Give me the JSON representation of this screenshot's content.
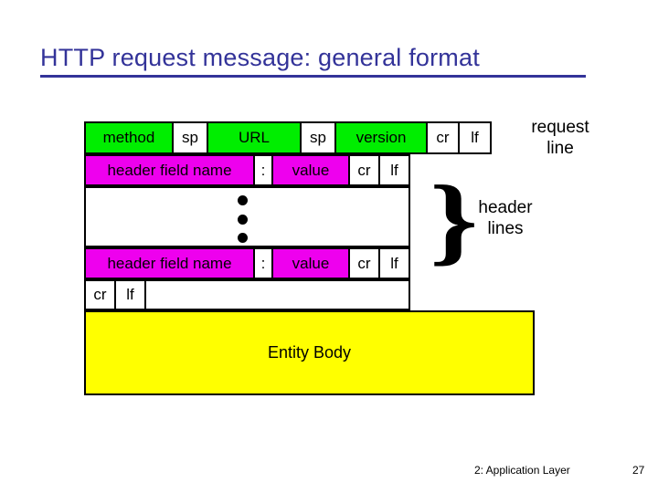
{
  "slide": {
    "title": "HTTP request message: general format",
    "title_color": "#333399"
  },
  "colors": {
    "green": "#00ee00",
    "magenta": "#ee00ee",
    "yellow": "#ffff00",
    "border": "#000000",
    "title": "#333399"
  },
  "diagram": {
    "rows": {
      "request_line": [
        {
          "label": "method",
          "fill": "green"
        },
        {
          "label": "sp",
          "fill": "white"
        },
        {
          "label": "URL",
          "fill": "green"
        },
        {
          "label": "sp",
          "fill": "white"
        },
        {
          "label": "version",
          "fill": "green"
        },
        {
          "label": "cr",
          "fill": "white"
        },
        {
          "label": "lf",
          "fill": "white"
        }
      ],
      "header_line_first": [
        {
          "label": "header field name",
          "fill": "magenta"
        },
        {
          "label": ":",
          "fill": "white"
        },
        {
          "label": "value",
          "fill": "magenta"
        },
        {
          "label": "cr",
          "fill": "white"
        },
        {
          "label": "lf",
          "fill": "white"
        }
      ],
      "ellipsis": {
        "dots": 3
      },
      "header_line_last": [
        {
          "label": "header field name",
          "fill": "magenta"
        },
        {
          "label": ":",
          "fill": "white"
        },
        {
          "label": "value",
          "fill": "magenta"
        },
        {
          "label": "cr",
          "fill": "white"
        },
        {
          "label": "lf",
          "fill": "white"
        }
      ],
      "blank_line": [
        {
          "label": "cr",
          "fill": "white"
        },
        {
          "label": "lf",
          "fill": "white"
        }
      ]
    },
    "entity_body": {
      "label": "Entity Body",
      "fill": "yellow"
    }
  },
  "annotations": {
    "request_line_label": "request\nline",
    "request_line_label_line1": "request",
    "request_line_label_line2": "line",
    "header_lines_label_line1": "header",
    "header_lines_label_line2": "lines",
    "brace_glyph": "}"
  },
  "footer": {
    "text": "2: Application Layer",
    "page": "27"
  }
}
